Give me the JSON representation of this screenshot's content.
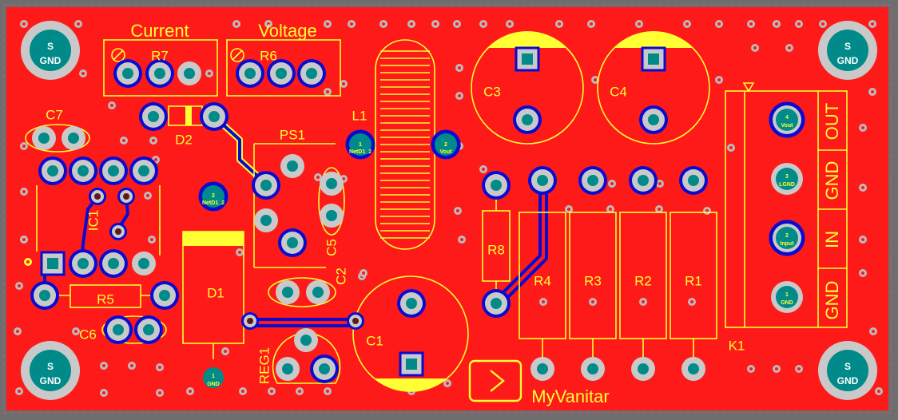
{
  "board": {
    "colors": {
      "board": "#ff1a1a",
      "silk": "#ffff33",
      "copper_trace": "#0a0ad0",
      "pad_ring": "#c9c9c9",
      "pad_center": "#008a8a",
      "via": "#bbbbbb",
      "background": "#6e6e6e"
    }
  },
  "headers": {
    "current": "Current",
    "voltage": "Voltage"
  },
  "mounting_holes": [
    {
      "id": "tl",
      "top": "S",
      "bottom": "GND"
    },
    {
      "id": "tr",
      "top": "S",
      "bottom": "GND"
    },
    {
      "id": "bl",
      "top": "S",
      "bottom": "GND"
    },
    {
      "id": "br",
      "top": "S",
      "bottom": "GND"
    }
  ],
  "designators": {
    "R7": "R7",
    "R6": "R6",
    "L1": "L1",
    "C3": "C3",
    "C4": "C4",
    "C7": "C7",
    "D2": "D2",
    "PS1": "PS1",
    "IC1": "IC1",
    "C5": "C5",
    "C2": "C2",
    "R5": "R5",
    "C6": "C6",
    "D1": "D1",
    "REG1": "REG1",
    "C1": "C1",
    "R8": "R8",
    "R4": "R4",
    "R3": "R3",
    "R2": "R2",
    "R1": "R1",
    "K1": "K1"
  },
  "connector": {
    "labels": [
      "OUT",
      "GND",
      "IN",
      "GND"
    ],
    "pads": [
      {
        "num": "4",
        "net": "Vout"
      },
      {
        "num": "3",
        "net": "LGND"
      },
      {
        "num": "2",
        "net": "Input"
      },
      {
        "num": "1",
        "net": "GND"
      }
    ]
  },
  "net_pads": {
    "l1_left": {
      "num": "1",
      "net": "NetD1_2"
    },
    "l1_right": {
      "num": "2",
      "net": "Vout"
    },
    "d1_top": {
      "num": "2",
      "net": "NetD1_2"
    },
    "d1_bottom": {
      "num": "1",
      "net": "GND"
    }
  },
  "logo": {
    "text": "MyVanitar",
    "icon": "play-triangle-icon"
  }
}
